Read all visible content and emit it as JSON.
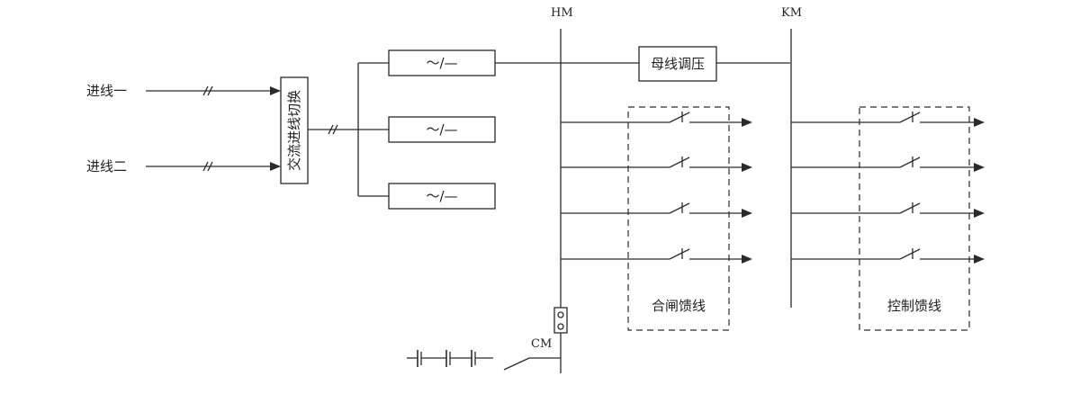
{
  "inputs": [
    "进线一",
    "进线二"
  ],
  "switch_label": "交流进线切换",
  "converter_label": "～/—",
  "regulator_label": "母线调压",
  "buses": {
    "hm": "HM",
    "km": "KM",
    "cm": "CM"
  },
  "group_labels": {
    "closing": "合闸馈线",
    "control": "控制馈线"
  }
}
